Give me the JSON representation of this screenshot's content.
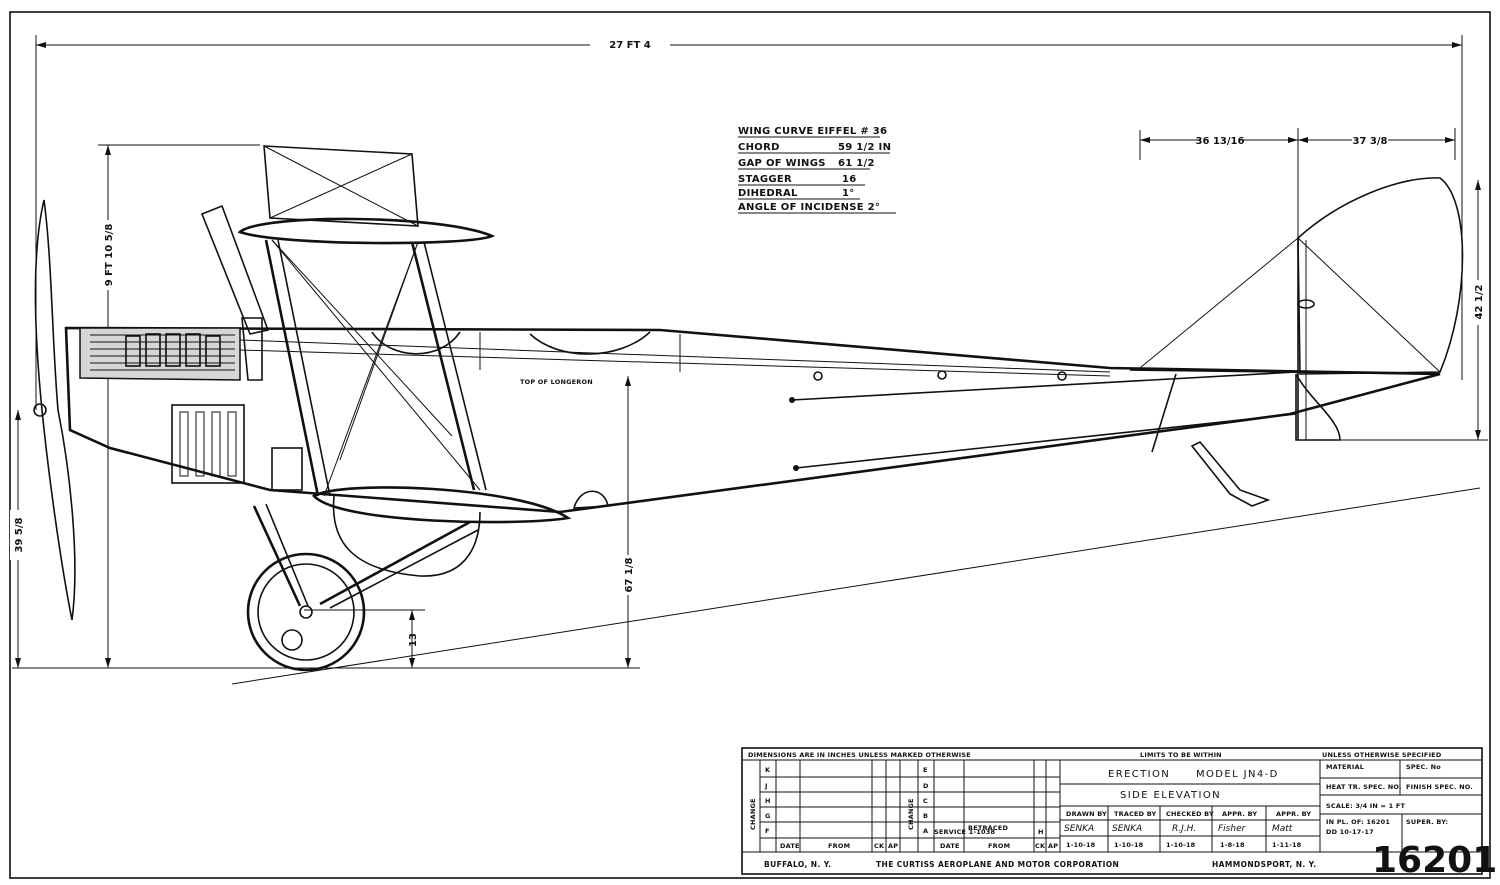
{
  "dimensions": {
    "overall_length": "27 FT 4",
    "height_front": "9 FT 10 5/8",
    "prop_axis": "39 5/8",
    "tail_span_a": "36 13/16",
    "tail_span_b": "37 3/8",
    "tail_height": "42 1/2",
    "longeron_height": "67 1/8",
    "axle_height": "13",
    "top_of_longeron": "TOP OF LONGERON"
  },
  "wing_specs": [
    {
      "label": "WING CURVE EIFFEL # 36",
      "value": ""
    },
    {
      "label": "CHORD",
      "value": "59 1/2 IN"
    },
    {
      "label": "GAP OF WINGS",
      "value": "61 1/2"
    },
    {
      "label": "STAGGER",
      "value": "16"
    },
    {
      "label": "DIHEDRAL",
      "value": "1°"
    },
    {
      "label": "ANGLE OF INCIDENSE 2°",
      "value": ""
    }
  ],
  "title_block": {
    "header_left": "DIMENSIONS ARE IN INCHES UNLESS MARKED OTHERWISE",
    "header_mid": "LIMITS TO BE WITHIN",
    "header_right": "UNLESS OTHERWISE SPECIFIED",
    "change_label": "CHANGE",
    "change_letters_left": [
      "K",
      "J",
      "H",
      "G",
      "F"
    ],
    "change_letters_right": [
      "E",
      "D",
      "C",
      "B",
      "A"
    ],
    "col_date": "DATE",
    "col_from": "FROM",
    "col_ck": "CK",
    "col_ap": "AP",
    "change_a_from": "SERVICE 1-1038",
    "change_a_note": "RETRACED",
    "change_a_mark": "H",
    "title_line1_a": "ERECTION",
    "title_line1_b": "MODEL JN4-D",
    "title_line2": "SIDE ELEVATION",
    "sig_headers": [
      "DRAWN BY",
      "TRACED BY",
      "CHECKED BY",
      "APPR. BY",
      "APPR. BY"
    ],
    "sig_names": [
      "SENKA",
      "SENKA",
      "R.J.H.",
      "Fisher",
      "Matt"
    ],
    "sig_dates": [
      "1-10-18",
      "1-10-18",
      "1-10-18",
      "1-8-18",
      "1-11-18"
    ],
    "material": "MATERIAL",
    "spec_no": "SPEC. No",
    "heat_tr": "HEAT TR. SPEC. NO.",
    "finish_spec": "FINISH SPEC. NO.",
    "scale": "SCALE: 3/4 IN = 1 FT",
    "in_pl_of": "IN PL. OF: 16201",
    "in_pl_date": "DD 10-17-17",
    "super_by": "SUPER. BY:",
    "footer_left": "BUFFALO, N. Y.",
    "footer_mid": "THE CURTISS AEROPLANE AND MOTOR CORPORATION",
    "footer_right": "HAMMONDSPORT, N. Y.",
    "drawing_number": "16201"
  }
}
